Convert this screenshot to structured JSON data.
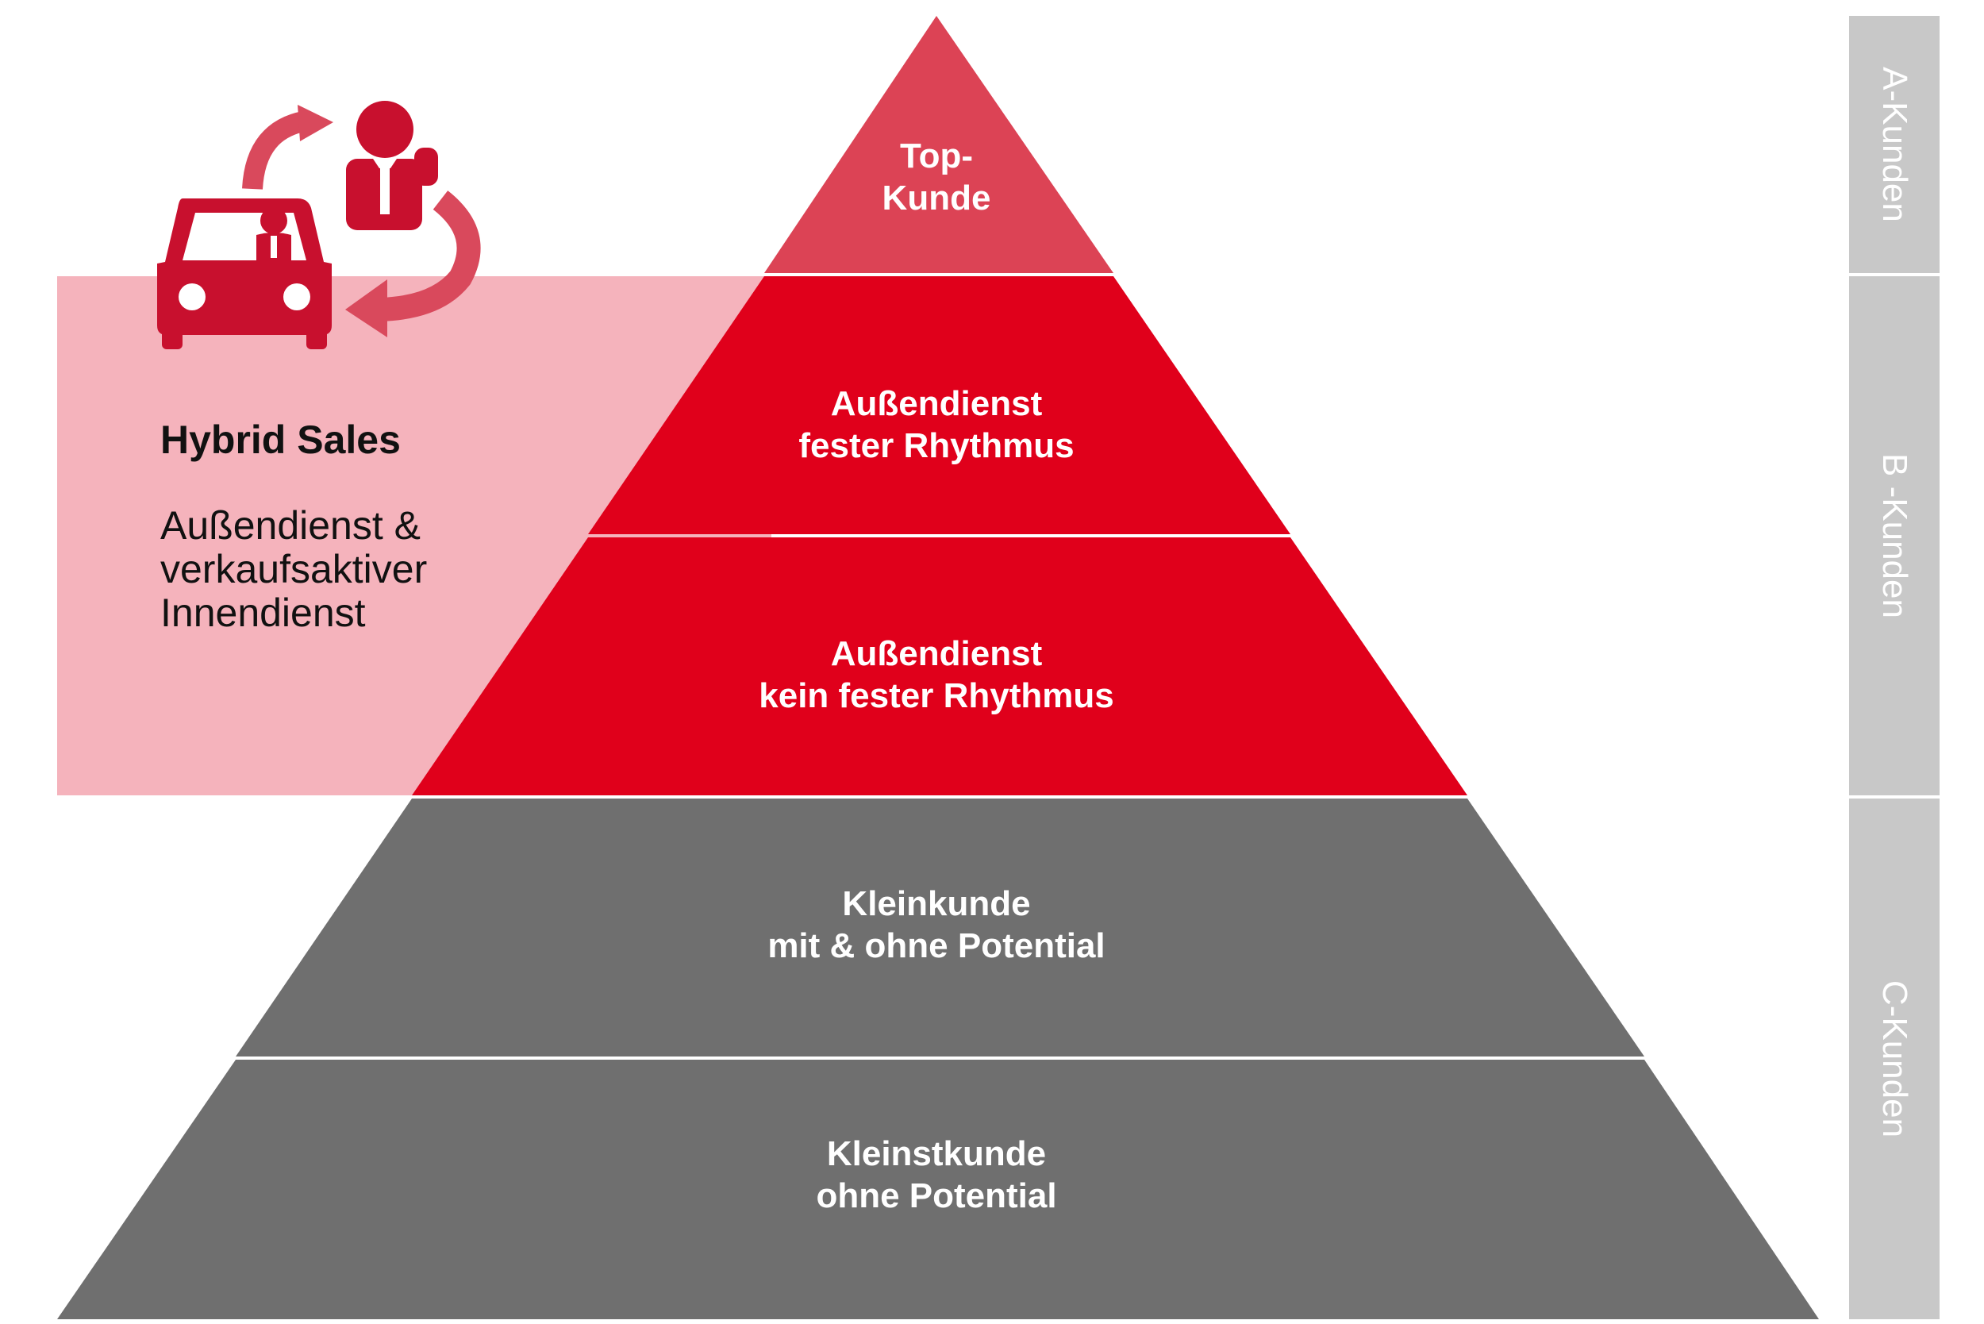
{
  "colors": {
    "top": "#dc4355",
    "red": "#e0001b",
    "gray": "#6f6f6f",
    "pink_box": "#f5b3bc",
    "side_bar": "#c8c8c8",
    "icon": "#c8102e",
    "icon_light": "#d9495c"
  },
  "pyramid_tiers": [
    {
      "id": "top-kunde",
      "label": "Top-\nKunde",
      "color": "top"
    },
    {
      "id": "aussendienst-fester-rhythmus",
      "label": "Außendienst\nfester Rhythmus",
      "color": "red"
    },
    {
      "id": "aussendienst-kein-fester-rhythmus",
      "label": "Außendienst\nkein fester Rhythmus",
      "color": "red"
    },
    {
      "id": "kleinkunde",
      "label": "Kleinkunde\nmit & ohne Potential",
      "color": "gray"
    },
    {
      "id": "kleinstkunde",
      "label": "Kleinstkunde\nohne Potential",
      "color": "gray"
    }
  ],
  "hybrid": {
    "title": "Hybrid Sales",
    "description": "Außendienst &\nverkaufsaktiver\nInnendienst",
    "icon": "car-salesperson-cycle-icon"
  },
  "customer_classes": [
    {
      "label": "A-Kunden"
    },
    {
      "label": "B -Kunden"
    },
    {
      "label": "C-Kunden"
    }
  ]
}
